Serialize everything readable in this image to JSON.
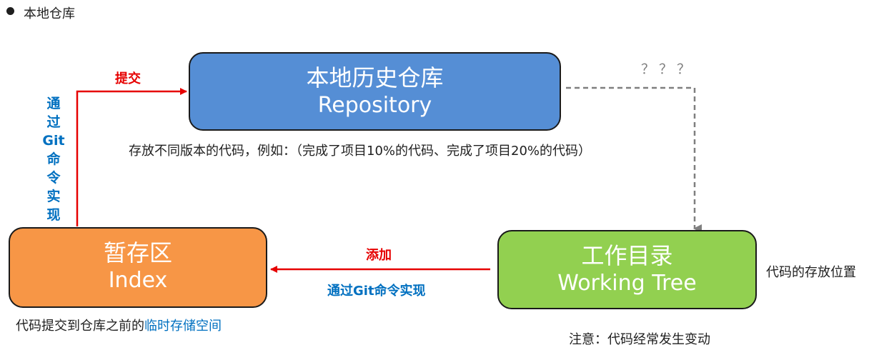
{
  "heading": "本地仓库",
  "repository": {
    "title": "本地历史仓库",
    "subtitle": "Repository"
  },
  "repository_note": "存放不同版本的代码，例如：（完成了项目10%的代码、完成了项目20%的代码）",
  "index": {
    "title": "暂存区",
    "subtitle": "Index"
  },
  "index_note_prefix": "代码提交到仓库之前的",
  "index_note_highlight": "临时存储空间",
  "working_tree": {
    "title": "工作目录",
    "subtitle": "Working Tree"
  },
  "working_side_note": "代码的存放位置",
  "working_bottom_note": "注意：代码经常发生变动",
  "commit_label": "提交",
  "commit_via": "通过Git命令实现",
  "add_label": "添加",
  "add_via": "通过Git命令实现",
  "unknown_label": "？？？",
  "colors": {
    "repository": "#558ed5",
    "index": "#f79646",
    "working_tree": "#92d050",
    "arrow_red": "#e60000",
    "arrow_gray": "#7f7f7f",
    "label_blue": "#0070c0"
  }
}
